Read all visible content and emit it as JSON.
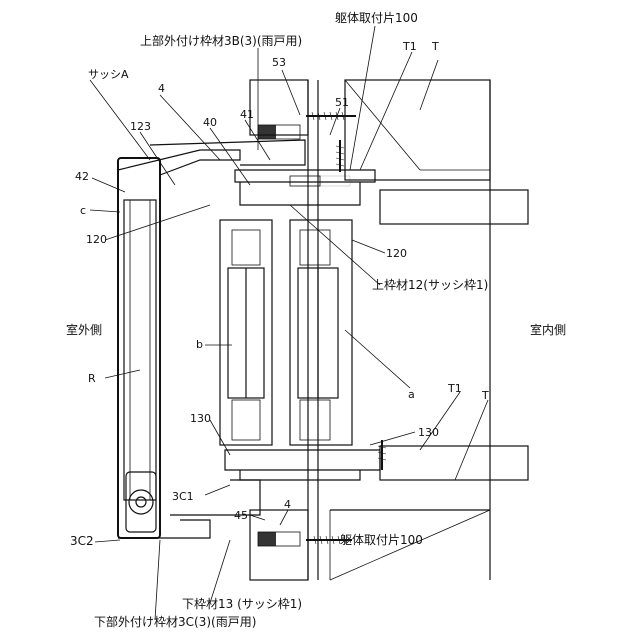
{
  "labels": {
    "top_frame_outer": "上部外付け枠材3B(3)(雨戸用)",
    "body_mount_top": "躯体取付片100",
    "T1_top": "T1",
    "T_top": "T",
    "n53": "53",
    "sash_A": "サッシA",
    "n4_top": "4",
    "n41": "41",
    "n51": "51",
    "n123": "123",
    "n40": "40",
    "n42": "42",
    "c": "c",
    "n120_left": "120",
    "n120_right": "120",
    "upper_frame": "上枠材12(サッシ枠1)",
    "outdoor": "室外側",
    "indoor": "室内側",
    "b": "b",
    "R": "R",
    "a": "a",
    "T1_bottom": "T1",
    "T_bottom": "T",
    "n130_left": "130",
    "n130_right": "130",
    "n3C1": "3C1",
    "n45": "45",
    "n4_bottom": "4",
    "body_mount_bottom": "躯体取付片100",
    "n3C2": "3C2",
    "lower_frame": "下枠材13 (サッシ枠1)",
    "bottom_frame_outer": "下部外付け枠材3C(3)(雨戸用)"
  }
}
